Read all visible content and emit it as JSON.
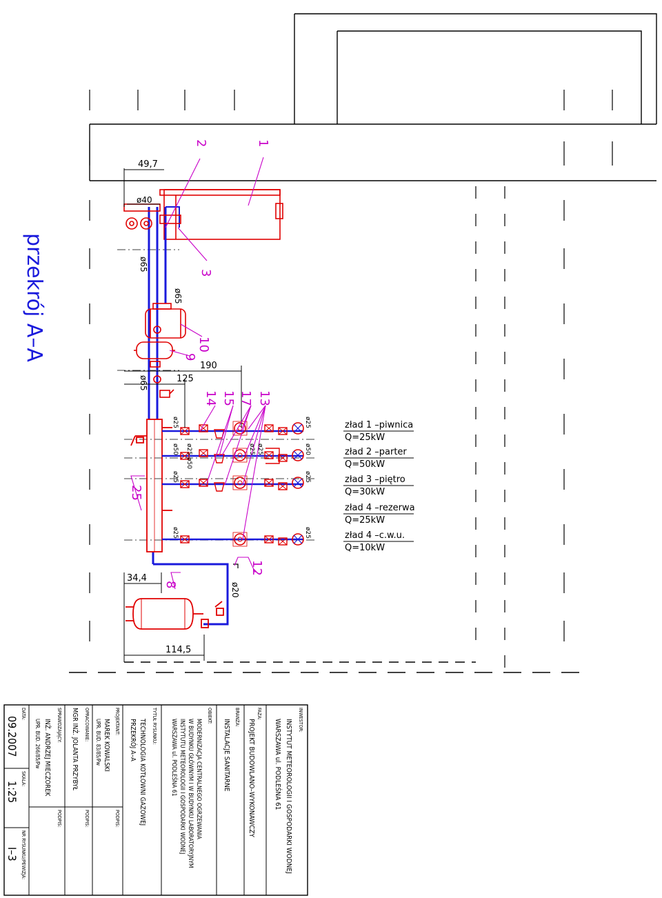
{
  "section_title": "przekrój A–A",
  "callouts": [
    "1",
    "2",
    "3",
    "8",
    "9",
    "10",
    "12",
    "13",
    "14",
    "15",
    "17",
    "25"
  ],
  "dimensions": {
    "d_49_7": "49,7",
    "d_190": "190",
    "d_125": "125",
    "d_34_4": "34,4",
    "d_114_5": "114,5"
  },
  "diameters": {
    "dn40": "ø40",
    "dn65_top": "ø65",
    "dn65_mid": "ø65",
    "dn65_bottom": "ø65",
    "dn20": "ø20",
    "dn25_a": "ø25",
    "dn50_a": "ø50",
    "dn25_b": "ø25",
    "dn25_c": "ø25",
    "dn25_d": "ø25",
    "dn50_b": "ø50",
    "dn25_e": "ø25",
    "dn25_f": "ø25",
    "dn25_g": "ø25",
    "dn50_c": "ø50",
    "dn25_h": "ø25",
    "dn25_i": "ø25"
  },
  "circuits": [
    {
      "name": "zład 1 –piwnica",
      "q": "Q=25kW"
    },
    {
      "name": "zład 2 –parter",
      "q": "Q=50kW"
    },
    {
      "name": "zład 3 –piętro",
      "q": "Q=30kW"
    },
    {
      "name": "zład 4 –rezerwa",
      "q": "Q=25kW"
    },
    {
      "name": "zład 4 –c.w.u.",
      "q": "Q=10kW"
    }
  ],
  "title_block": {
    "investor_label": "INWESTOR:",
    "investor_line1": "INSTYTUT METEOROLOGII I GOSPODARKI WODNEJ",
    "investor_line2": "WARSZAWA  ul. PODLEŚNA 61",
    "phase_label": "FAZA:",
    "phase": "PROJEKT BUDOWLANO–WYKONAWCZY",
    "branch_label": "BRANŻA:",
    "branch": "INSTALACJE SANITARNE",
    "object_label": "OBIEKT:",
    "object_line1": "MODERNIZACJA CENTRALNEGO OGRZEWANIA",
    "object_line2": "W BUDYNKU GŁÓWNYM I W BUDYNKU LABORATORYJNYM",
    "object_line3": "INSTYTUTU METEOROLOGII I GOSPODARKI WODNEJ",
    "object_line4": "WARSZAWA  ul. PODLEŚNA 61",
    "drawing_title_label": "TYTUŁ RYSUNKU:",
    "drawing_title_line1": "TECHNOLOGIA KOTŁOWNI GAZOWEJ",
    "drawing_title_line2": "PRZEKRÓJ A–A",
    "designer_label": "PROJEKTANT:",
    "designer_name": "MAREK KOWALSKI",
    "designer_license": "UPR. BUD. 83/85/Pw",
    "signature_label_1": "PODPIS:",
    "prepared_label": "OPRACOWANIE:",
    "prepared_name": "MGR INŻ. JOLANTA PRZYBYŁ",
    "signature_label_2": "PODPIS:",
    "checker_label": "SPRAWDZAJĄCY:",
    "checker_name": "INŻ. ANDRZEJ MIECZOREK",
    "checker_license": "UPR. BUD. 266/85/Pw",
    "signature_label_3": "PODPIS:",
    "date_label": "DATA:",
    "date": "09.2007",
    "scale_label": "SKALA:",
    "scale": "1:25",
    "number_label": "NR RYSUNKU/PEWIZJA:",
    "number": "I–3"
  },
  "colors": {
    "outline": "#000000",
    "equipment": "#e00000",
    "supply_pipe": "#1a1adc",
    "leader": "#c800c8",
    "title_text": "#1a1adc"
  }
}
